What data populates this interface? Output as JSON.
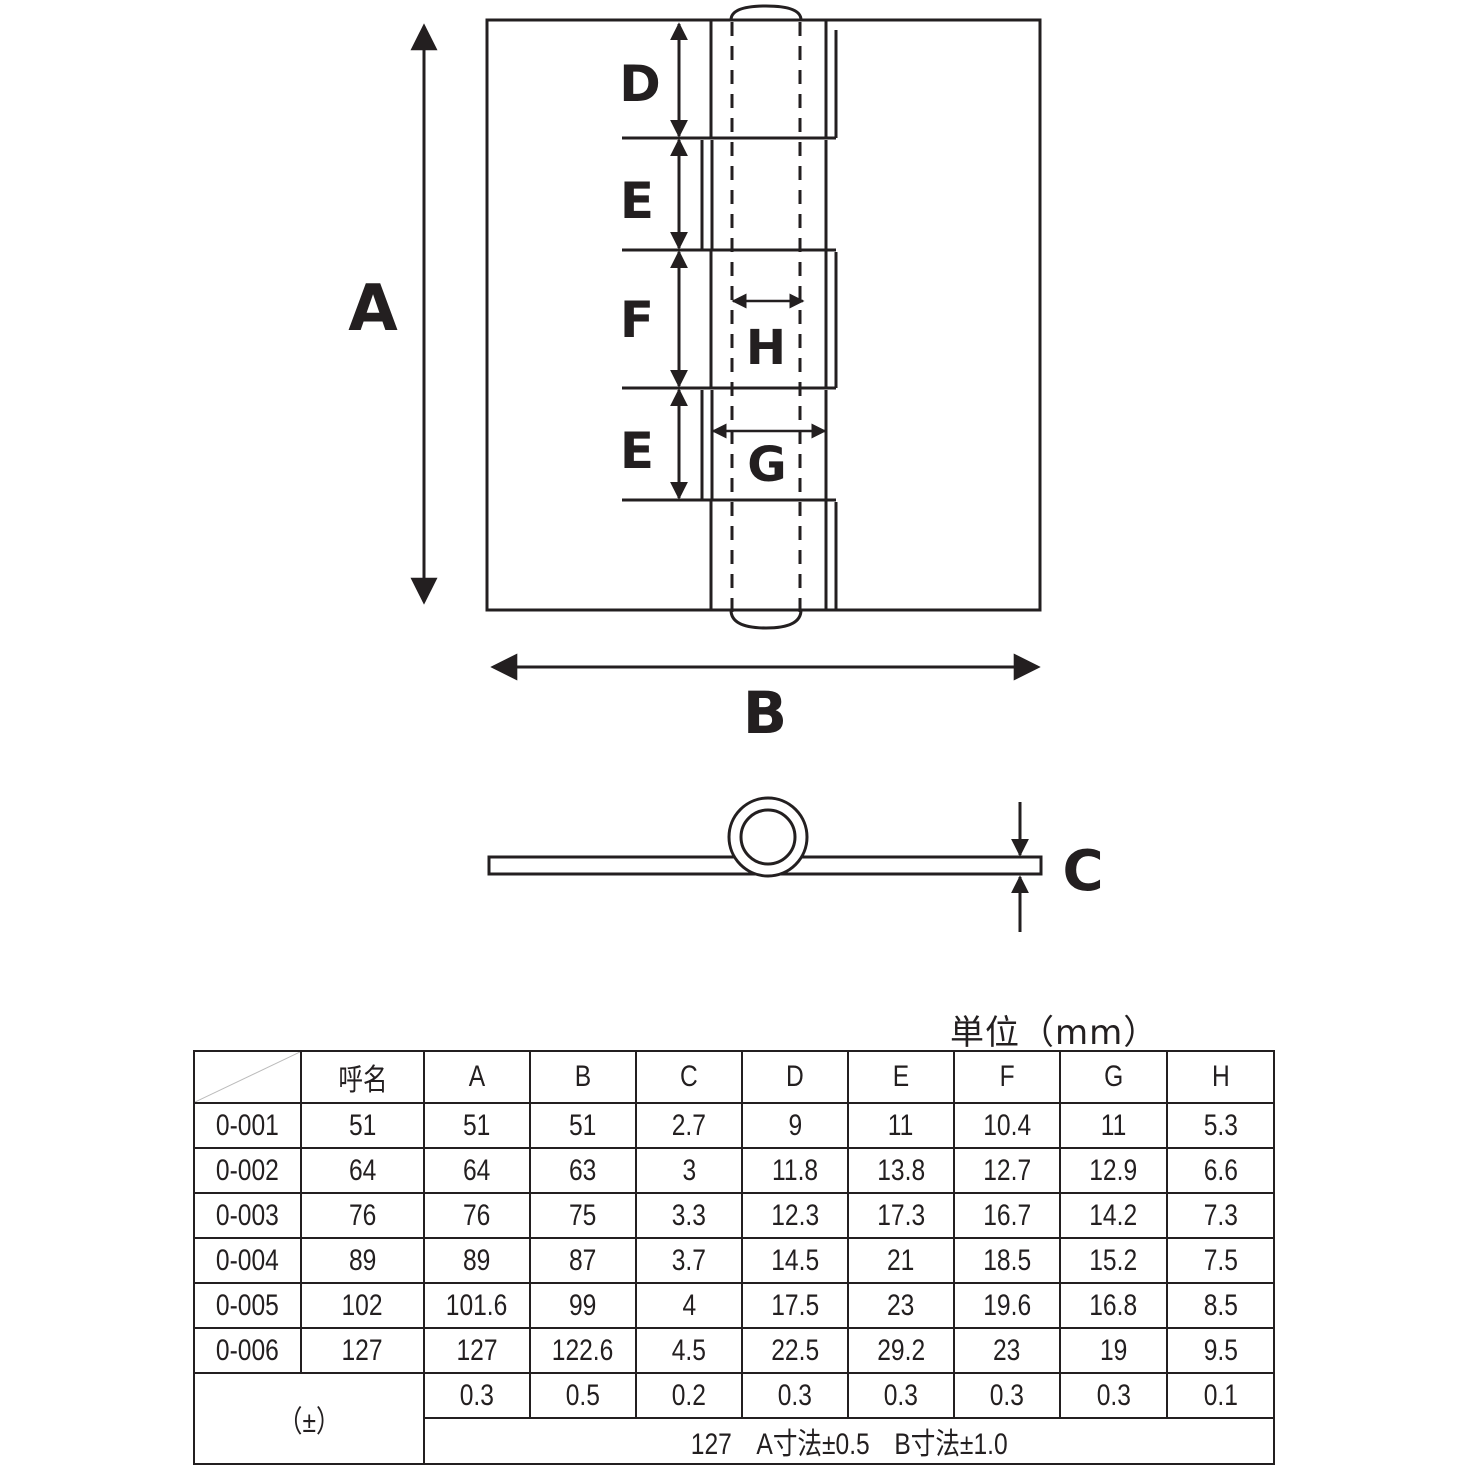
{
  "labels": {
    "A": "A",
    "B": "B",
    "C": "C",
    "D": "D",
    "E_upper": "E",
    "E_lower": "E",
    "F": "F",
    "G": "G",
    "H": "H"
  },
  "unit_note": "単位（mm）",
  "table": {
    "header": [
      "",
      "呼名",
      "A",
      "B",
      "C",
      "D",
      "E",
      "F",
      "G",
      "H"
    ],
    "rows": [
      [
        "0-001",
        "51",
        "51",
        "51",
        "2.7",
        "9",
        "11",
        "10.4",
        "11",
        "5.3"
      ],
      [
        "0-002",
        "64",
        "64",
        "63",
        "3",
        "11.8",
        "13.8",
        "12.7",
        "12.9",
        "6.6"
      ],
      [
        "0-003",
        "76",
        "76",
        "75",
        "3.3",
        "12.3",
        "17.3",
        "16.7",
        "14.2",
        "7.3"
      ],
      [
        "0-004",
        "89",
        "89",
        "87",
        "3.7",
        "14.5",
        "21",
        "18.5",
        "15.2",
        "7.5"
      ],
      [
        "0-005",
        "102",
        "101.6",
        "99",
        "4",
        "17.5",
        "23",
        "19.6",
        "16.8",
        "8.5"
      ],
      [
        "0-006",
        "127",
        "127",
        "122.6",
        "4.5",
        "22.5",
        "29.2",
        "23",
        "19",
        "9.5"
      ]
    ],
    "tolerance_label": "（±）",
    "tolerance_values": [
      "0.3",
      "0.5",
      "0.2",
      "0.3",
      "0.3",
      "0.3",
      "0.3",
      "0.1"
    ],
    "tolerance_note": "127　A寸法±0.5　B寸法±1.0"
  },
  "colors": {
    "line": "#231f20",
    "background": "#ffffff"
  }
}
